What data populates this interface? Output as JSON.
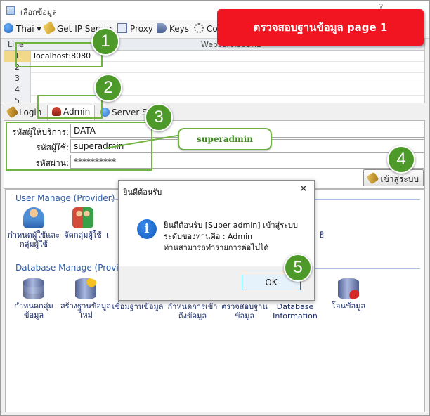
{
  "window": {
    "title": "เลือกข้อมูล",
    "minimize_glyph": "?"
  },
  "banner": {
    "text": "ตรวจสอบฐานข้อมูล page 1",
    "color": "#f01520"
  },
  "menubar": {
    "items": [
      {
        "label": "Thai ▾",
        "icon": "globe-icon"
      },
      {
        "label": "Get IP Server",
        "icon": "wand-icon"
      },
      {
        "label": "Proxy",
        "icon": "proxy-icon"
      },
      {
        "label": "Keys",
        "icon": "key-icon"
      },
      {
        "label": "Co",
        "icon": "gear-icon"
      }
    ]
  },
  "grid": {
    "headers": {
      "line": "Line",
      "webservice": "WebserviceURL"
    },
    "rows": [
      {
        "num": "1",
        "value": "localhost:8080"
      },
      {
        "num": "2",
        "value": ""
      },
      {
        "num": "3",
        "value": ""
      },
      {
        "num": "4",
        "value": ""
      },
      {
        "num": "5",
        "value": ""
      }
    ]
  },
  "tabs": [
    {
      "label": "Login",
      "icon": "key-icon"
    },
    {
      "label": "Admin",
      "icon": "admin-user-icon",
      "active": true
    },
    {
      "label": "Server S",
      "icon": "globe-icon"
    }
  ],
  "form": {
    "provider_label": "รหัสผู้ให้บริการ:",
    "provider_value": "DATA",
    "user_label": "รหัสผู้ใช้:",
    "user_value": "superadmin",
    "password_label": "รหัสผ่าน:",
    "password_value": "**********"
  },
  "login_button": {
    "label": "เข้าสู่ระบบ"
  },
  "user_manage": {
    "title": "User Manage (Provider)",
    "items": [
      {
        "label": "กำหนดผู้ใช้และกลุ่มผู้ใช้",
        "icon": "user-icon"
      },
      {
        "label": "จัดกลุ่มผู้ใช้",
        "icon": "user-group-icon"
      },
      {
        "label": "เ",
        "icon": ""
      },
      {
        "label": "ธิ",
        "icon": ""
      }
    ]
  },
  "database_manage": {
    "title": "Database Manage (Provider)",
    "items": [
      {
        "label": "กำหนดกลุ่มข้อมูล",
        "icon": "database-icon"
      },
      {
        "label": "สร้างฐานข้อมูลใหม่",
        "icon": "database-new-icon"
      },
      {
        "label": "เชื่อมฐานข้อมูล",
        "icon": ""
      },
      {
        "label": "กำหนดการเข้าถึงข้อมูล",
        "icon": ""
      },
      {
        "label": "ตรวจสอบฐานข้อมูล",
        "icon": ""
      },
      {
        "label": "Database Information",
        "icon": ""
      },
      {
        "label": "โอนข้อมูล",
        "icon": "database-transfer-icon"
      }
    ]
  },
  "dialog": {
    "title": "ยินดีต้อนรับ",
    "lines": [
      "ยินดีต้อนรับ [Super admin] เข้าสู่ระบบ",
      "ระดับของท่านคือ : Admin",
      "ท่านสามารถทำรายการต่อไปได้"
    ],
    "ok_label": "OK"
  },
  "annotations": {
    "badges": [
      "1",
      "2",
      "3",
      "4",
      "5"
    ],
    "callout": "superadmin",
    "color": "#4d9a2a"
  }
}
